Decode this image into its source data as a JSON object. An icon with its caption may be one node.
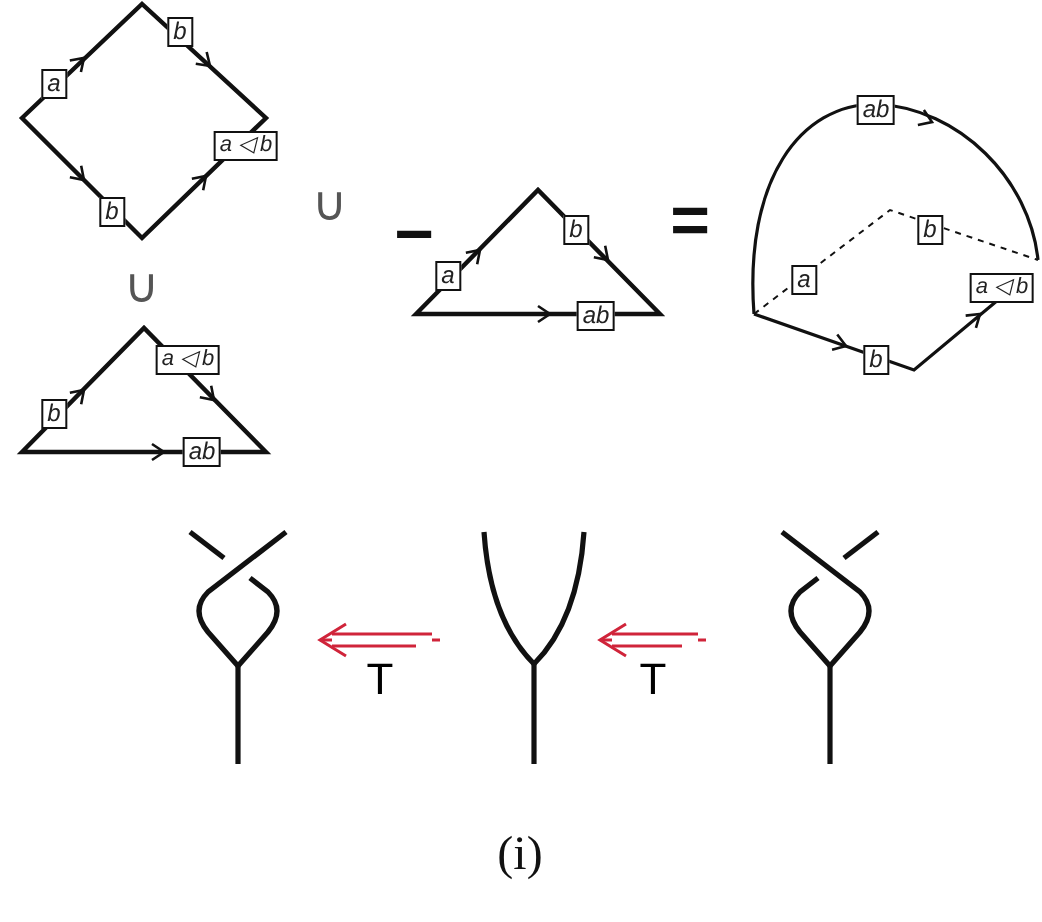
{
  "diagram": {
    "nodes": [
      {
        "text": [
          "a"
        ]
      },
      {
        "text": [
          "b"
        ]
      },
      {
        "text": [
          "b"
        ]
      },
      {
        "text": [
          "a ◁ b"
        ]
      },
      {
        "text": [
          "a"
        ]
      },
      {
        "text": [
          "b"
        ]
      },
      {
        "text": [
          "ab"
        ]
      },
      {
        "text": [
          "ab"
        ]
      },
      {
        "text": [
          "b"
        ]
      },
      {
        "text": [
          "a"
        ]
      },
      {
        "text": [
          "a ◁ b"
        ]
      },
      {
        "text": [
          "b"
        ]
      },
      {
        "text": [
          "b"
        ]
      },
      {
        "text": [
          "a ◁ b"
        ]
      },
      {
        "text": [
          "ab"
        ]
      },
      {
        "text": [],
        "shape": "picture"
      },
      {
        "text": [],
        "shape": "picture"
      },
      {
        "text": [],
        "shape": "picture"
      }
    ],
    "edges": [
      {
        "from": 16,
        "to": 15,
        "arrow": "to",
        "label": "T"
      },
      {
        "from": 17,
        "to": 16,
        "arrow": "to",
        "label": "T"
      }
    ],
    "labels": [
      "∪",
      "−",
      "=",
      "∪",
      "(i)"
    ]
  }
}
